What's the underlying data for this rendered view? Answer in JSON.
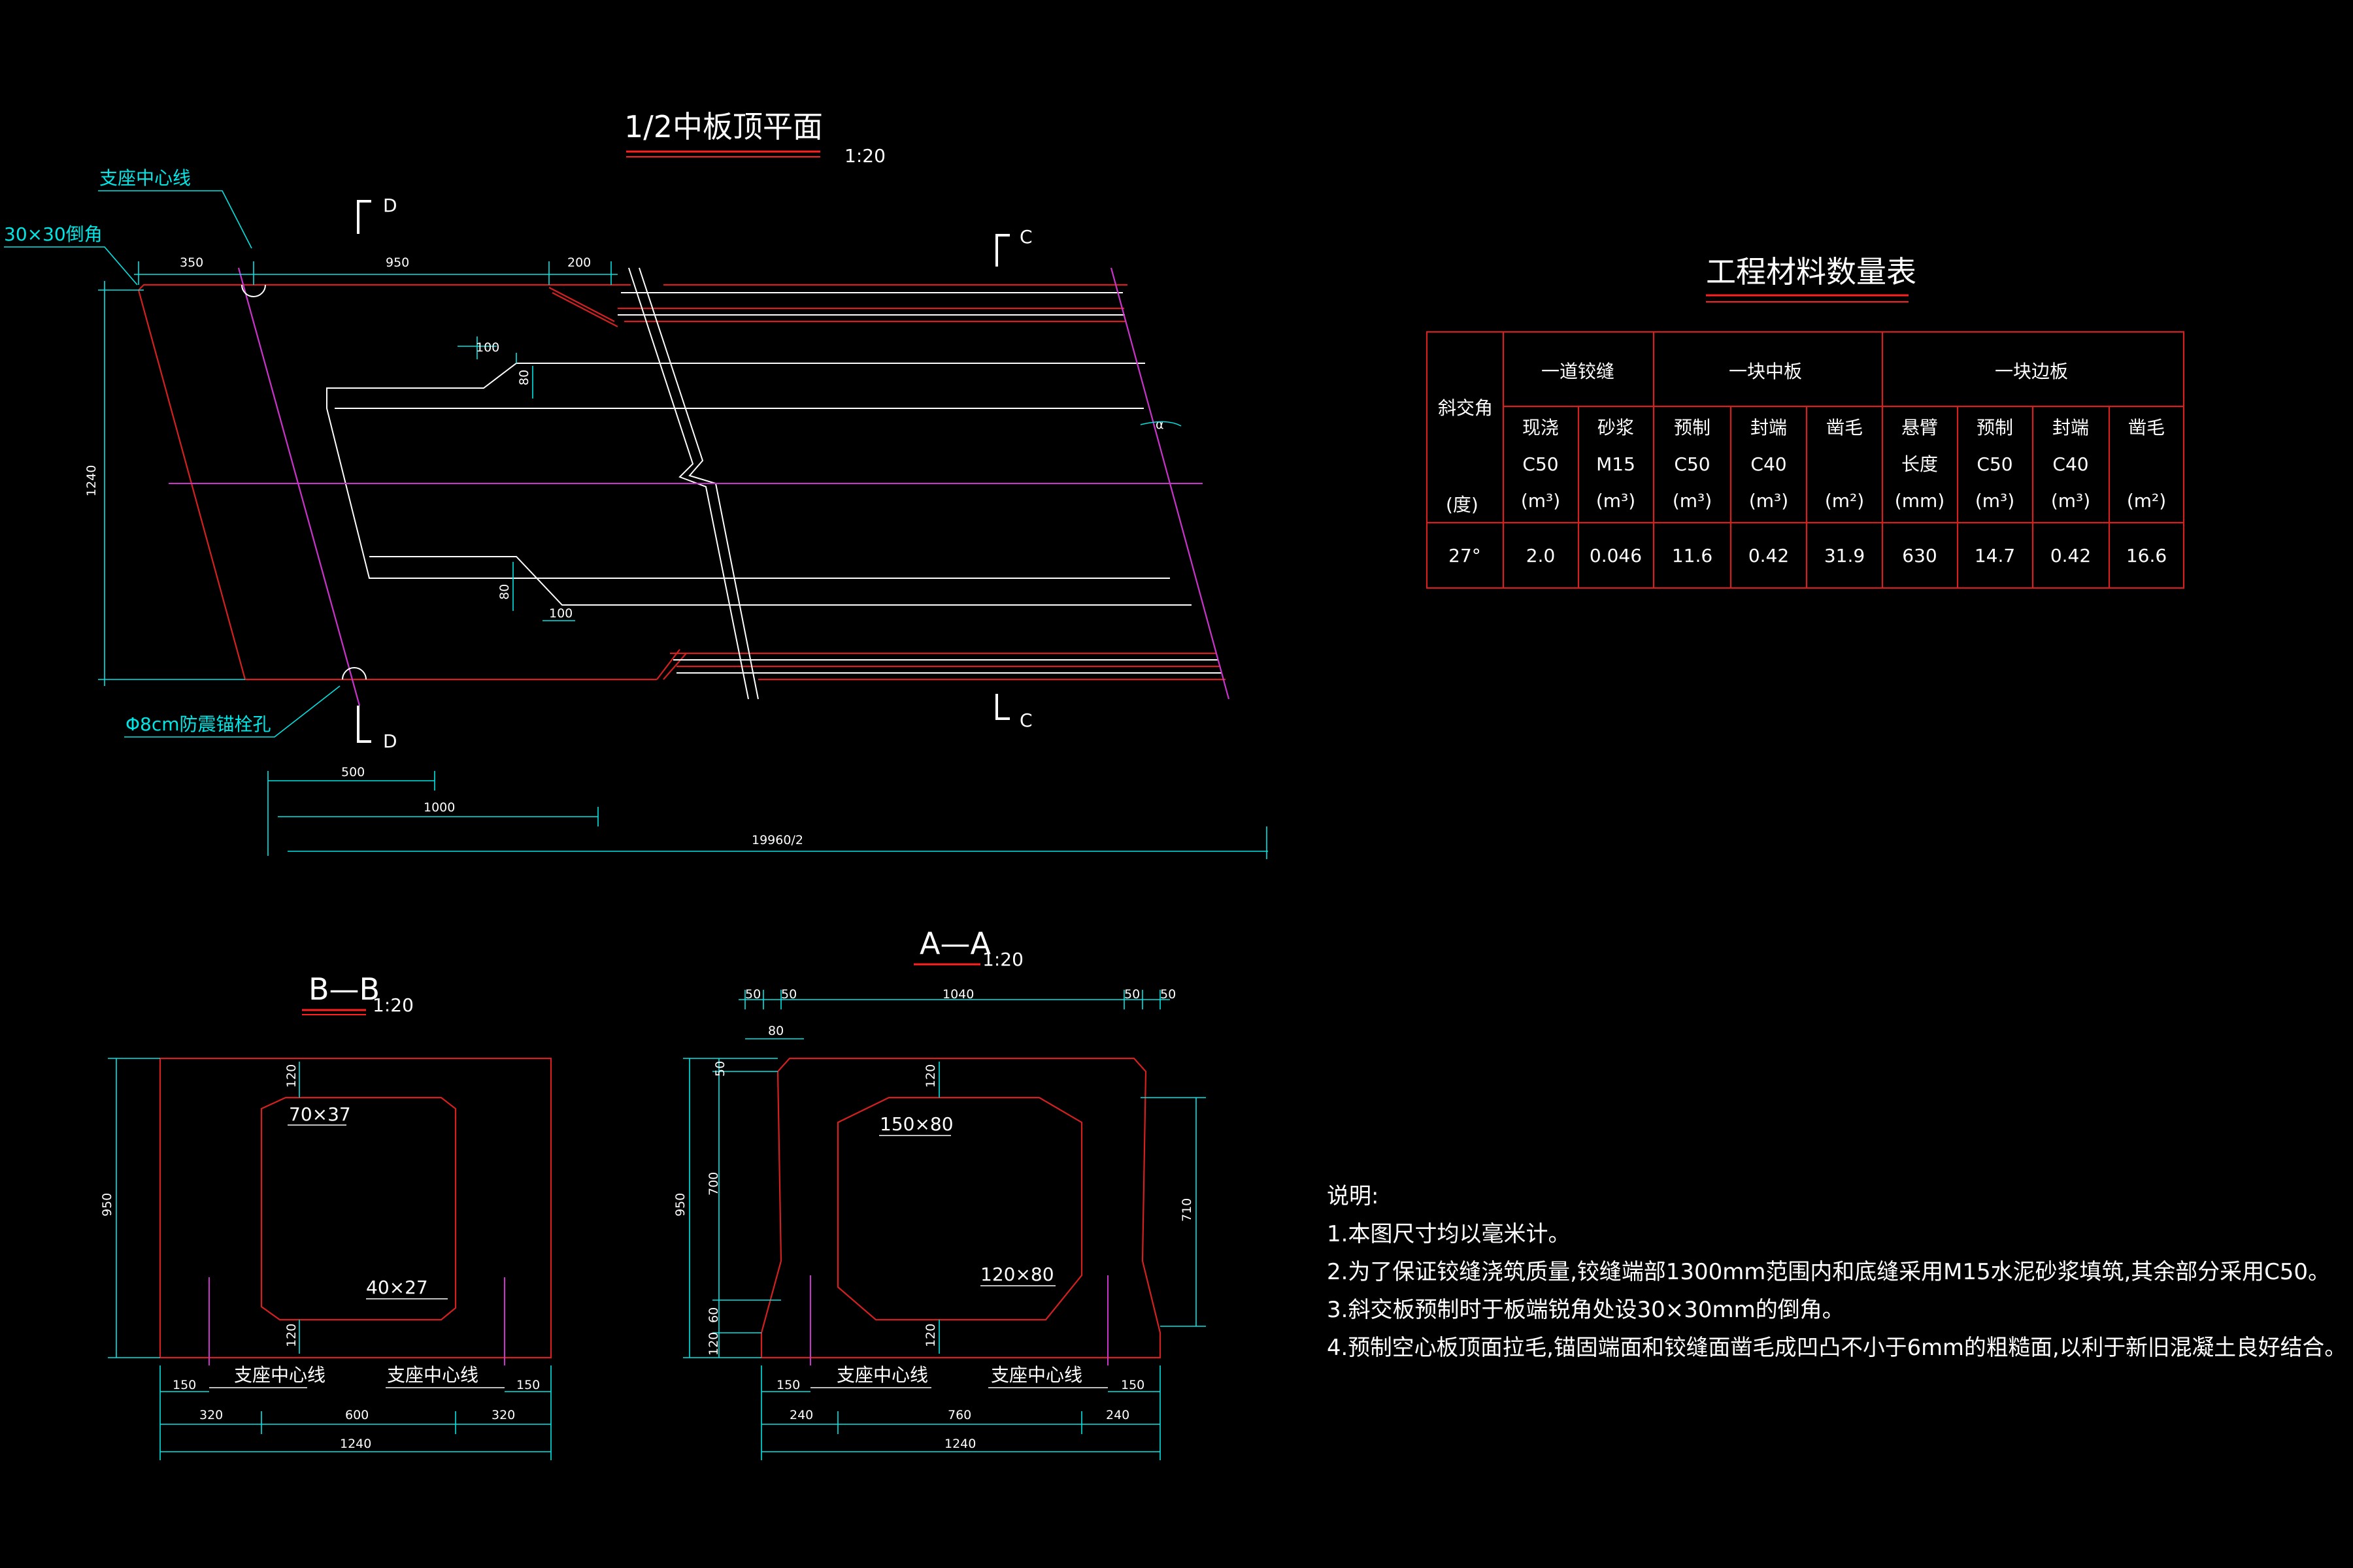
{
  "plan": {
    "title": "1/2中板顶平面",
    "scale": "1:20",
    "label_support_line": "支座中心线",
    "label_chamfer": "30×30倒角",
    "label_anchor_hole": "Φ8cm防震锚栓孔",
    "section_d": "D",
    "section_c": "C",
    "angle_symbol": "α",
    "dims": {
      "d350": "350",
      "d950": "950",
      "d200": "200",
      "d100a": "100",
      "d80a": "80",
      "d1240": "1240",
      "d80b": "80",
      "d100b": "100",
      "d500": "500",
      "d1000": "1000",
      "d19960": "19960/2"
    }
  },
  "section_bb": {
    "title": "B—B",
    "scale": "1:20",
    "label_chamfer_top": "70×37",
    "label_chamfer_bottom": "40×27",
    "label_support_left": "支座中心线",
    "label_support_right": "支座中心线",
    "dims": {
      "h950": "950",
      "t120": "120",
      "b120": "120",
      "l150": "150",
      "r150": "150",
      "w320a": "320",
      "w600": "600",
      "w320b": "320",
      "w1240": "1240"
    }
  },
  "section_aa": {
    "title": "A—A",
    "scale": "1:20",
    "label_chamfer_top": "150×80",
    "label_chamfer_bottom": "120×80",
    "label_support_left": "支座中心线",
    "label_support_right": "支座中心线",
    "dims": {
      "t50a": "50",
      "t50b": "50",
      "t1040": "1040",
      "t50c": "50",
      "t50d": "50",
      "t80": "80",
      "h950": "950",
      "h50": "50",
      "h700": "700",
      "h120": "120",
      "h60": "60",
      "top120": "120",
      "bot120": "120",
      "r710": "710",
      "l150": "150",
      "r150": "150",
      "w240a": "240",
      "w760": "760",
      "w240b": "240",
      "w1240": "1240"
    }
  },
  "table": {
    "title": "工程材料数量表",
    "angle_header": "斜交角",
    "angle_unit": "(度)",
    "groups": [
      "一道铰缝",
      "一块中板",
      "一块边板"
    ],
    "columns": [
      [
        "现浇",
        "C50",
        "(m³)"
      ],
      [
        "砂浆",
        "M15",
        "(m³)"
      ],
      [
        "预制",
        "C50",
        "(m³)"
      ],
      [
        "封端",
        "C40",
        "(m³)"
      ],
      [
        "凿毛",
        "",
        "(m²)"
      ],
      [
        "悬臂",
        "长度",
        "(mm)"
      ],
      [
        "预制",
        "C50",
        "(m³)"
      ],
      [
        "封端",
        "C40",
        "(m³)"
      ],
      [
        "凿毛",
        "",
        "(m²)"
      ]
    ],
    "row": [
      "27°",
      "2.0",
      "0.046",
      "11.6",
      "0.42",
      "31.9",
      "630",
      "14.7",
      "0.42",
      "16.6"
    ]
  },
  "notes": {
    "heading": "说明:",
    "items": [
      "1.本图尺寸均以毫米计。",
      "2.为了保证铰缝浇筑质量,铰缝端部1300mm范围内和底缝采用M15水泥砂浆填筑,其余部分采用C50。",
      "3.斜交板预制时于板端锐角处设30×30mm的倒角。",
      "4.预制空心板顶面拉毛,锚固端面和铰缝面凿毛成凹凸不小于6mm的粗糙面,以利于新旧混凝土良好结合。"
    ]
  }
}
